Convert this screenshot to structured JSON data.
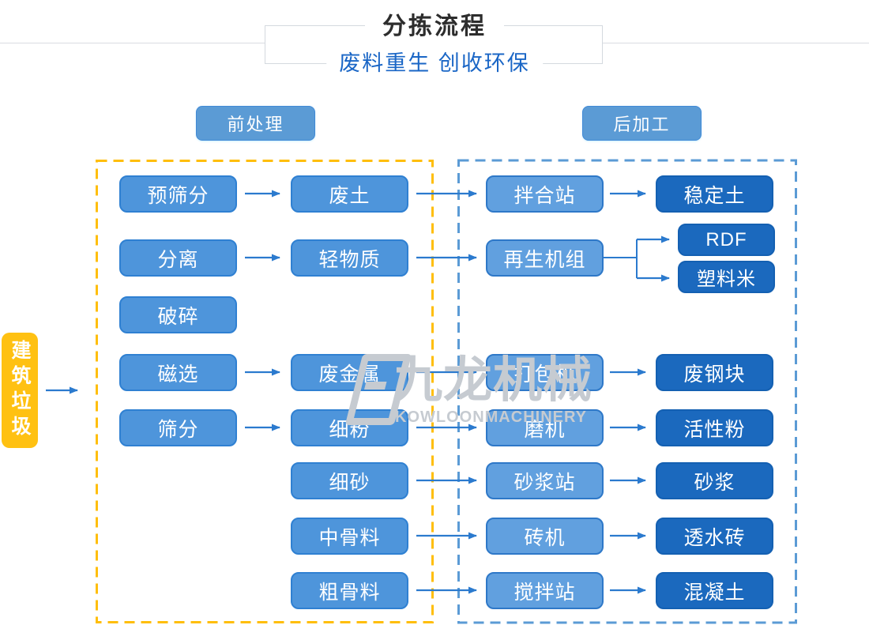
{
  "header": {
    "title": "分拣流程",
    "subtitle": "废料重生 创收环保"
  },
  "sections": {
    "pre_label": "前处理",
    "post_label": "后加工"
  },
  "source_label": "建筑垃圾",
  "flow": {
    "pre_process": [
      "预筛分",
      "分离",
      "破碎",
      "磁选",
      "筛分"
    ],
    "pre_output": [
      "废土",
      "轻物质",
      "废金属",
      "细粉",
      "细砂",
      "中骨料",
      "粗骨料"
    ],
    "post_machine": [
      "拌合站",
      "再生机组",
      "打包机",
      "磨机",
      "砂浆站",
      "砖机",
      "搅拌站"
    ],
    "post_product": [
      "稳定土",
      "RDF",
      "塑料米",
      "废钢块",
      "活性粉",
      "砂浆",
      "透水砖",
      "混凝土"
    ]
  },
  "connections": [
    {
      "from": "建筑垃圾",
      "to": "前处理"
    },
    {
      "from": "预筛分",
      "to": "废土"
    },
    {
      "from": "废土",
      "to": "拌合站"
    },
    {
      "from": "拌合站",
      "to": "稳定土"
    },
    {
      "from": "分离",
      "to": "轻物质"
    },
    {
      "from": "轻物质",
      "to": "再生机组"
    },
    {
      "from": "再生机组",
      "to": "RDF"
    },
    {
      "from": "再生机组",
      "to": "塑料米"
    },
    {
      "from": "磁选",
      "to": "废金属"
    },
    {
      "from": "废金属",
      "to": "打包机"
    },
    {
      "from": "打包机",
      "to": "废钢块"
    },
    {
      "from": "筛分",
      "to": "细粉"
    },
    {
      "from": "细粉",
      "to": "磨机"
    },
    {
      "from": "磨机",
      "to": "活性粉"
    },
    {
      "from": "细砂",
      "to": "砂浆站"
    },
    {
      "from": "砂浆站",
      "to": "砂浆"
    },
    {
      "from": "中骨料",
      "to": "砖机"
    },
    {
      "from": "砖机",
      "to": "透水砖"
    },
    {
      "from": "粗骨料",
      "to": "搅拌站"
    },
    {
      "from": "搅拌站",
      "to": "混凝土"
    }
  ],
  "watermark": {
    "name_cn": "九龙机械",
    "name_en": "KOWLOONMACHINERY"
  },
  "colors": {
    "node_blue": "#4E95DB",
    "node_light_blue": "#61A0DF",
    "node_dark_blue": "#1B69BE",
    "dashed_yellow": "#FFBE0A",
    "dashed_blue": "#5B9BD5",
    "source_yellow": "#FFC112",
    "subtitle_blue": "#1A66C6",
    "arrow_blue": "#2B7ACE",
    "watermark_gray": "#C6CBD1"
  }
}
